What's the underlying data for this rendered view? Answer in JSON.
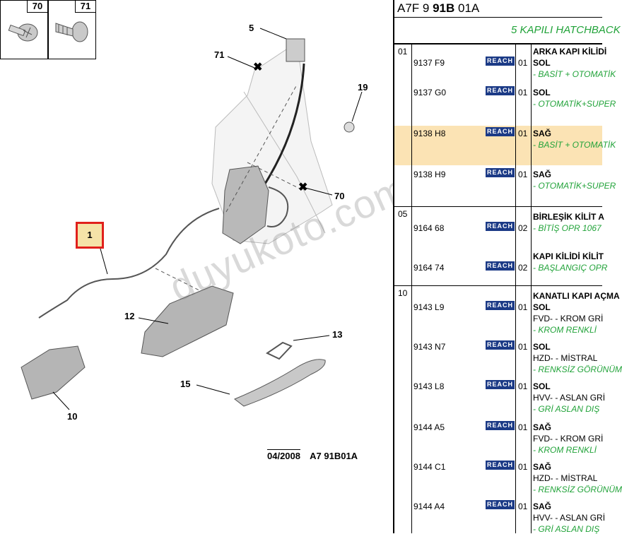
{
  "diagram": {
    "thumbnails": [
      {
        "num": "70",
        "icon": "screw-icon"
      },
      {
        "num": "71",
        "icon": "clip-icon"
      }
    ],
    "callouts": [
      "5",
      "71",
      "19",
      "70",
      "1",
      "12",
      "13",
      "15",
      "10"
    ],
    "footer": {
      "date": "04/2008",
      "code": "A7 91B01A"
    },
    "watermark": "duyukoto.com",
    "colors": {
      "highlight_box": "#e0201c",
      "highlight_fill": "#f5e3a8"
    }
  },
  "panel": {
    "header": {
      "prefix": "A7F 9 ",
      "bold": "91B",
      "suffix": " 01A"
    },
    "subheader": "5 KAPILI HATCHBACK",
    "groups": [
      {
        "no": "01",
        "items": [
          {
            "pn": "9137 F9",
            "qty": "01",
            "title": "ARKA KAPI KİLİDİ",
            "l2": "SOL",
            "l3": "- BASİT + OTOMATİK",
            "hl": false
          },
          {
            "pn": "9137 G0",
            "qty": "01",
            "l2": "SOL",
            "l3": "- OTOMATİK+SUPER",
            "hl": false
          },
          {
            "pn": "9138 H8",
            "qty": "01",
            "l2": "SAĞ",
            "l3": "- BASİT + OTOMATİK",
            "hl": true
          },
          {
            "pn": "9138 H9",
            "qty": "01",
            "l2": "SAĞ",
            "l3": "- OTOMATİK+SUPER",
            "hl": false
          }
        ]
      },
      {
        "no": "05",
        "items": [
          {
            "pn": "9164 68",
            "qty": "02",
            "title": "BİRLEŞİK KİLİT A",
            "l3": "- BİTİŞ OPR 1067",
            "hl": false
          },
          {
            "pn": "9164 74",
            "qty": "02",
            "title": "KAPI KİLİDİ KİLİT",
            "l3": "- BAŞLANGIÇ OPR",
            "hl": false
          }
        ]
      },
      {
        "no": "10",
        "items": [
          {
            "pn": "9143 L9",
            "qty": "01",
            "title": "KANATLI KAPI AÇMA",
            "l2": "SOL",
            "l4": "FVD- - KROM GRİ",
            "l3": "- KROM RENKLİ",
            "hl": false
          },
          {
            "pn": "9143 N7",
            "qty": "01",
            "l2": "SOL",
            "l4": "HZD- - MİSTRAL",
            "l3": "- RENKSİZ GÖRÜNÜM",
            "hl": false
          },
          {
            "pn": "9143 L8",
            "qty": "01",
            "l2": "SOL",
            "l4": "HVV- - ASLAN GRİ",
            "l3": "- GRİ ASLAN DIŞ",
            "hl": false
          },
          {
            "pn": "9144 A5",
            "qty": "01",
            "l2": "SAĞ",
            "l4": "FVD- - KROM GRİ",
            "l3": "- KROM RENKLİ",
            "hl": false
          },
          {
            "pn": "9144 C1",
            "qty": "01",
            "l2": "SAĞ",
            "l4": "HZD- - MİSTRAL",
            "l3": "- RENKSİZ GÖRÜNÜM",
            "hl": false
          },
          {
            "pn": "9144 A4",
            "qty": "01",
            "l2": "SAĞ",
            "l4": "HVV- - ASLAN GRİ",
            "l3": "- GRİ ASLAN DIŞ",
            "hl": false
          }
        ]
      }
    ],
    "reach_label": "REACH",
    "colors": {
      "reach_badge": "#1b3a86",
      "green_text": "#22a33a",
      "row_highlight": "#fbe3b4"
    }
  }
}
